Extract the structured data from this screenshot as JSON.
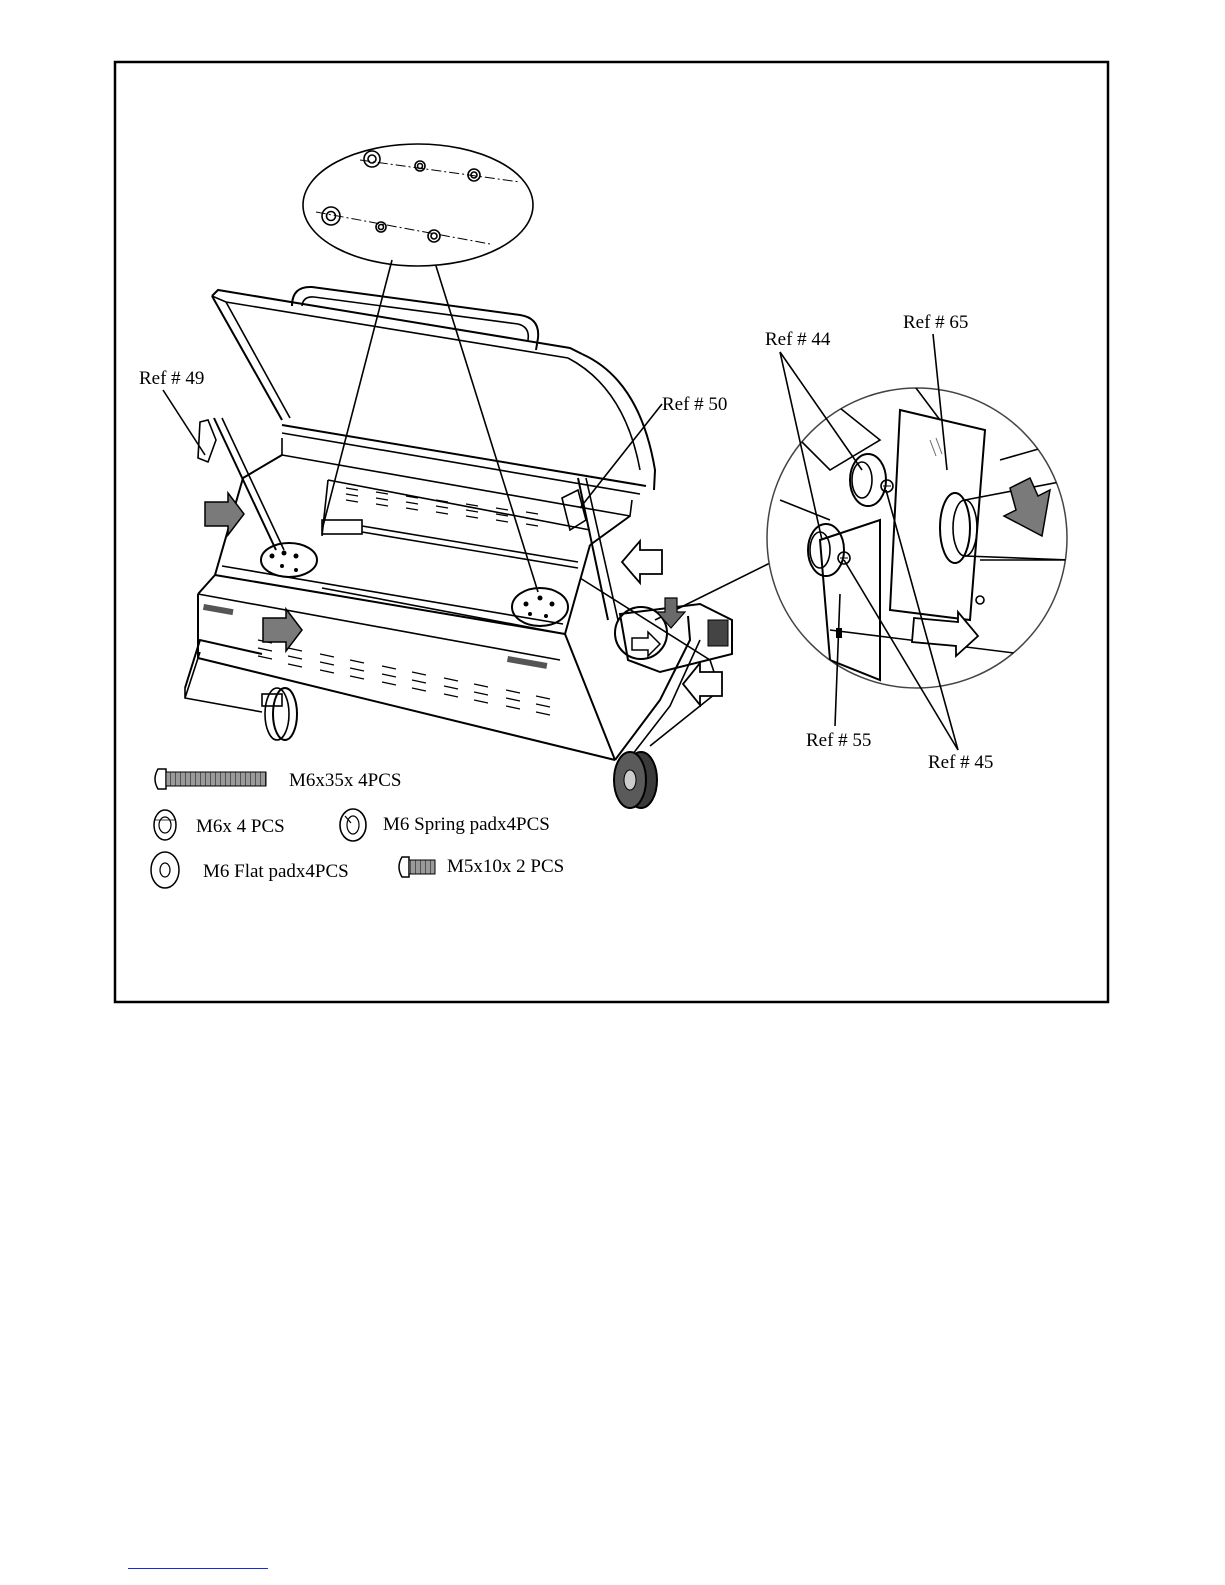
{
  "labels": {
    "ref49": "Ref # 49",
    "ref50": "Ref # 50",
    "ref44": "Ref # 44",
    "ref65": "Ref # 65",
    "ref55": "Ref # 55",
    "ref45": "Ref # 45"
  },
  "parts": [
    {
      "icon": "long-bolt-icon",
      "label": "M6x35x 4PCS"
    },
    {
      "icon": "hex-nut-icon",
      "label": "M6x 4 PCS"
    },
    {
      "icon": "spring-washer-icon",
      "label": "M6 Spring  padx4PCS"
    },
    {
      "icon": "flat-washer-icon",
      "label": "M6 Flat padx4PCS"
    },
    {
      "icon": "short-bolt-icon",
      "label": "M5x10x 2 PCS"
    }
  ],
  "colors": {
    "arrow_fill": "#7a7a7a",
    "line": "#000000",
    "link": "#1a2bd6"
  }
}
